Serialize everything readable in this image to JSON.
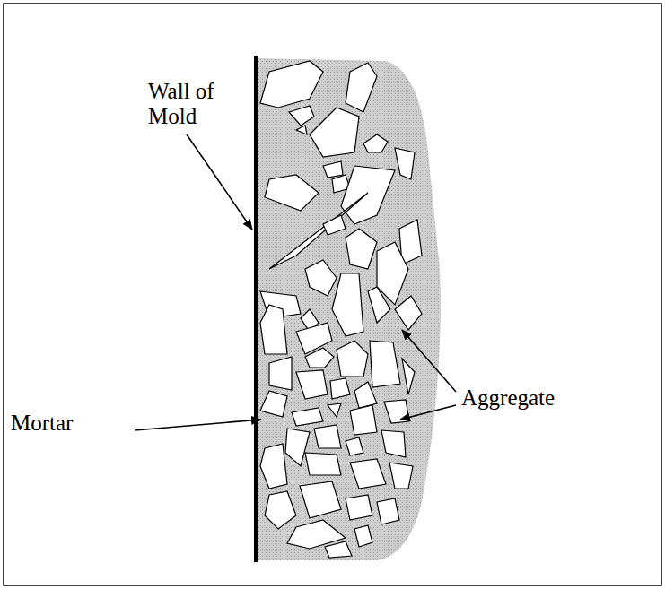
{
  "diagram": {
    "labels": [
      "Wall of Mold",
      "Mortar",
      "Aggregate"
    ]
  }
}
